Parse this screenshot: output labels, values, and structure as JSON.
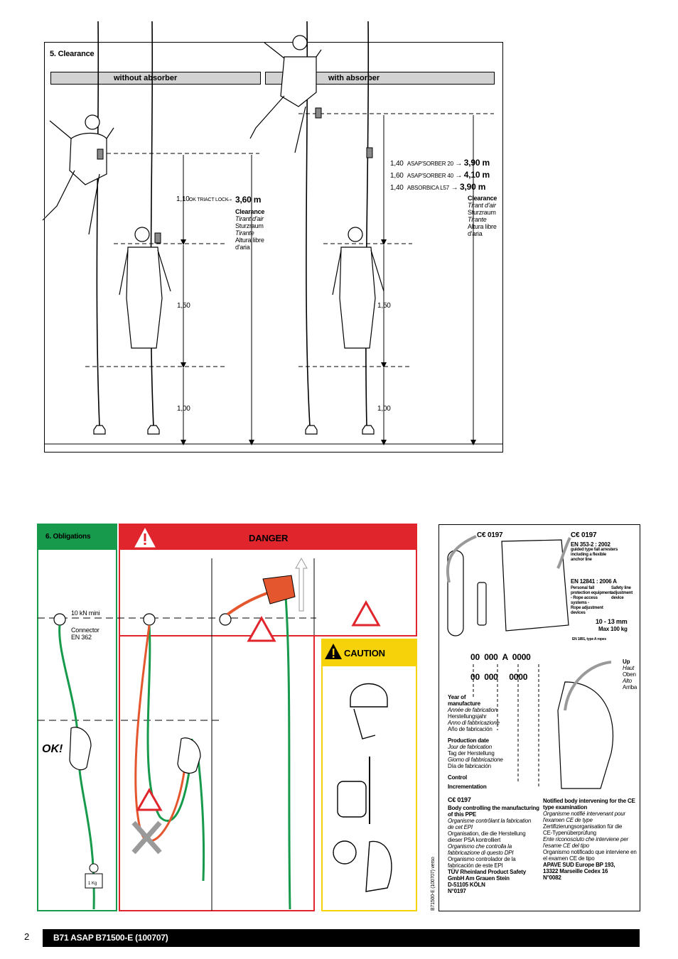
{
  "clearance": {
    "title": "5. Clearance",
    "without_absorber": "without absorber",
    "with_absorber": "with absorber",
    "left_dims": {
      "d1": "1,10",
      "triact": "OK TRIACT LOCK",
      "total": "3,60 m",
      "d2": "1,50",
      "d3": "1,00"
    },
    "right_dims": {
      "rows": [
        {
          "dist": "1,40",
          "name": "ASAP'SORBER 20",
          "total": "3,90 m"
        },
        {
          "dist": "1,60",
          "name": "ASAP'SORBER 40",
          "total": "4,10 m"
        },
        {
          "dist": "1,40",
          "name": "ABSORBICA L57",
          "total": "3,90 m"
        }
      ],
      "d2": "1,50",
      "d3": "1,00"
    },
    "label_lines": [
      "Clearance",
      "Tirant d'air",
      "Sturzraum",
      "Tirante",
      "Altura libre",
      "d'aria"
    ]
  },
  "obligations": {
    "title": "6. Obligations",
    "strength": "10 kN mini",
    "connector": [
      "Connector",
      "EN 362"
    ],
    "ok": "OK!",
    "weight": "1 Kg"
  },
  "danger": {
    "title": "DANGER"
  },
  "caution": {
    "title": "CAUTION"
  },
  "marking": {
    "ce_left": "C€ 0197",
    "ce_right": "C€ 0197",
    "std1": [
      "EN 353-2 : 2002",
      "guided type fall arresters",
      "including a flexible",
      "anchor line"
    ],
    "std2_title": "EN 12841 : 2006 A",
    "std2_left": [
      "Personal fall",
      "protection equipment",
      "- Rope access",
      "systems -",
      "Rope adjustment",
      "devices"
    ],
    "std2_right": [
      "Safety line",
      "adjustment",
      "device"
    ],
    "rope": "10 - 13 mm",
    "max": "Max 100 kg",
    "en1891": "EN 1891, type A ropes",
    "serial1": "00  000  A  0000",
    "serial2": "00  000     0000",
    "year": [
      "Year of",
      "manufacture",
      "Année de fabrication",
      "Herstellungsjahr",
      "Anno di fabbricazione",
      "Año de fabricación"
    ],
    "production": [
      "Production date",
      "Jour de fabrication",
      "Tag der Herstellung",
      "Giorno di fabbricazione",
      "Día de fabricación"
    ],
    "control": "Control",
    "increment": "Incrementation",
    "up": [
      "Up",
      "Haut",
      "Oben",
      "Alto",
      "Arriba"
    ],
    "ce_bottom": "C€ 0197",
    "body_ctrl": [
      "Body controlling the manufacturing",
      "of this PPE",
      "Organisme contrôlant la fabrication",
      "de cet EPI",
      "Organisation, die die Herstellung",
      "dieser PSA kontrolliert",
      "Organismo che controlla la",
      "fabbricazione di questo DPI",
      "Organismo controlador de la",
      "fabricación de este EPI",
      "TÜV Rheinland Product Safety",
      "GmbH Am Grauen Stein",
      "D-51105 KÖLN",
      "N°0197"
    ],
    "notified": [
      "Notified body intervening for the CE",
      "type examination",
      "Organisme notifié intervenant pour",
      "l'examen CE de type",
      "Zertifizierungsorganisation für die",
      "CE-Typenüberprüfung",
      "Ente riconosciuto che interviene per",
      "l'esame CE del tipo",
      "Organismo notificado que interviene en",
      "el examen CE de tipo",
      "APAVE SUD Europe BP 193,",
      "13322 Marseille Cedex 16",
      "N°0082"
    ],
    "verso": "B71500-E (100707) verso"
  },
  "footer": {
    "page": "2",
    "doc": "B71 ASAP  B71500-E (100707)"
  },
  "colors": {
    "green": "#179a4b",
    "red": "#e0262c",
    "yellow": "#f5d20a",
    "orange": "#e4572e"
  }
}
